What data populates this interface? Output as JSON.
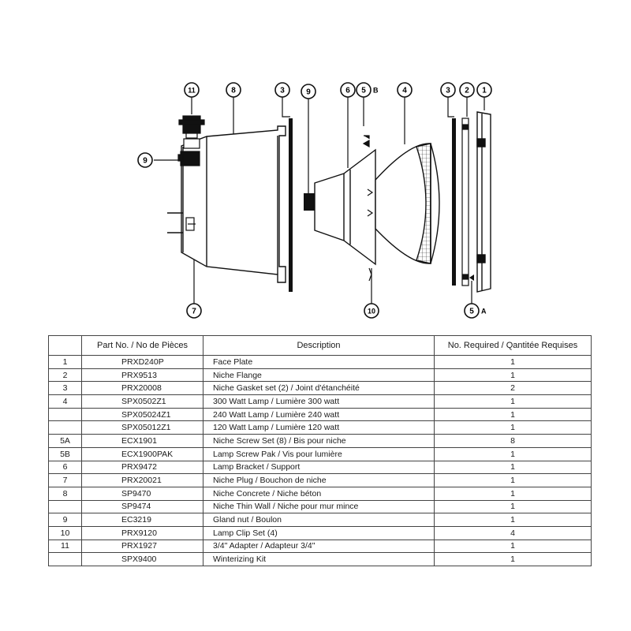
{
  "diagram": {
    "callouts": [
      {
        "id": "11",
        "label": "11"
      },
      {
        "id": "8",
        "label": "8"
      },
      {
        "id": "3a",
        "label": "3"
      },
      {
        "id": "9a",
        "label": "9"
      },
      {
        "id": "6",
        "label": "6"
      },
      {
        "id": "5b",
        "label": "5",
        "suffix": "B"
      },
      {
        "id": "4",
        "label": "4"
      },
      {
        "id": "3b",
        "label": "3"
      },
      {
        "id": "2",
        "label": "2"
      },
      {
        "id": "1",
        "label": "1"
      },
      {
        "id": "9b",
        "label": "9"
      },
      {
        "id": "7",
        "label": "7"
      },
      {
        "id": "10",
        "label": "10"
      },
      {
        "id": "5a",
        "label": "5",
        "suffix": "A"
      }
    ]
  },
  "table": {
    "headers": [
      "",
      "Part No. / No de Pièces",
      "Description",
      "No. Required / Qantitée Requises"
    ],
    "rows": [
      {
        "num": "1",
        "part": "PRXD240P",
        "desc": "Face Plate",
        "qty": "1"
      },
      {
        "num": "2",
        "part": "PRX9513",
        "desc": "Niche Flange",
        "qty": "1"
      },
      {
        "num": "3",
        "part": "PRX20008",
        "desc": "Niche Gasket set (2) / Joint d'étanchéité",
        "qty": "2"
      },
      {
        "num": "4",
        "part": "SPX0502Z1",
        "desc": "300 Watt Lamp / Lumière 300 watt",
        "qty": "1"
      },
      {
        "num": "",
        "part": "SPX05024Z1",
        "desc": "240 Watt Lamp / Lumière 240 watt",
        "qty": "1"
      },
      {
        "num": "",
        "part": "SPX05012Z1",
        "desc": "120 Watt Lamp / Lumière 120 watt",
        "qty": "1"
      },
      {
        "num": "5A",
        "part": "ECX1901",
        "desc": "Niche Screw Set (8) / Bis pour niche",
        "qty": "8"
      },
      {
        "num": "5B",
        "part": "ECX1900PAK",
        "desc": "Lamp Screw Pak / Vis pour lumière",
        "qty": "1"
      },
      {
        "num": "6",
        "part": "PRX9472",
        "desc": "Lamp Bracket / Support",
        "qty": "1"
      },
      {
        "num": "7",
        "part": "PRX20021",
        "desc": "Niche Plug / Bouchon de niche",
        "qty": "1"
      },
      {
        "num": "8",
        "part": "SP9470",
        "desc": "Niche Concrete / Niche béton",
        "qty": "1"
      },
      {
        "num": "",
        "part": "SP9474",
        "desc": "Niche Thin Wall / Niche pour mur mince",
        "qty": "1"
      },
      {
        "num": "9",
        "part": "EC3219",
        "desc": "Gland nut / Boulon",
        "qty": "1"
      },
      {
        "num": "10",
        "part": "PRX9120",
        "desc": "Lamp Clip Set (4)",
        "qty": "4"
      },
      {
        "num": "11",
        "part": "PRX1927",
        "desc": "3/4\" Adapter / Adapteur 3/4\"",
        "qty": "1"
      },
      {
        "num": "",
        "part": "SPX9400",
        "desc": "Winterizing Kit",
        "qty": "1"
      }
    ]
  }
}
